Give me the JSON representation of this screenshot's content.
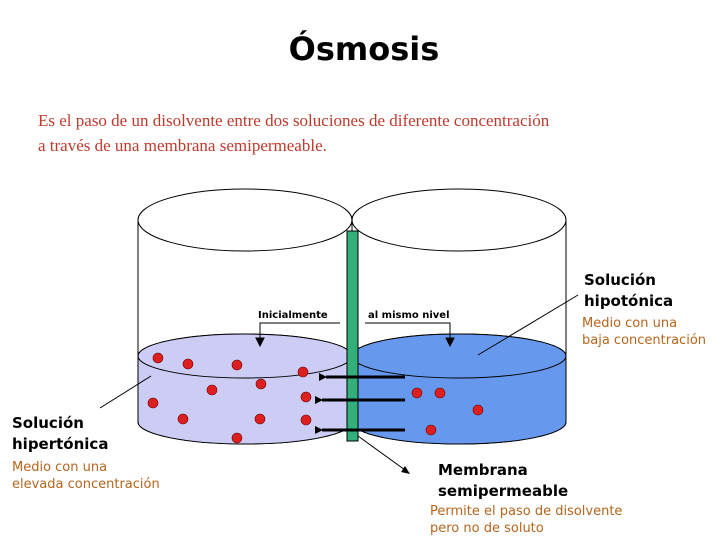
{
  "title": "Ósmosis",
  "intro": {
    "line1": "Es el paso de un disolvente entre dos soluciones de diferente concentración",
    "line2": "a través de una membrana semipermeable."
  },
  "level": {
    "left": "Inicialmente",
    "right": "al mismo nivel"
  },
  "hypotonic": {
    "title_line1": "Solución",
    "title_line2": "hipotónica",
    "desc_line1": "Medio con una",
    "desc_line2": "baja concentración"
  },
  "hypertonic": {
    "title_line1": "Solución",
    "title_line2": "hipertónica",
    "desc_line1": "Medio con una",
    "desc_line2": "elevada concentración"
  },
  "membrane": {
    "title_line1": "Membrana",
    "title_line2": "semipermeable",
    "desc_line1": "Permite el paso de disolvente",
    "desc_line2": "pero no de soluto"
  },
  "colors": {
    "hypertonic_fill": "#ccccf5",
    "hypotonic_fill": "#6699ee",
    "membrane": "#33b07a",
    "particle": "#dd1f1f",
    "text_accent": "#c0392b"
  }
}
